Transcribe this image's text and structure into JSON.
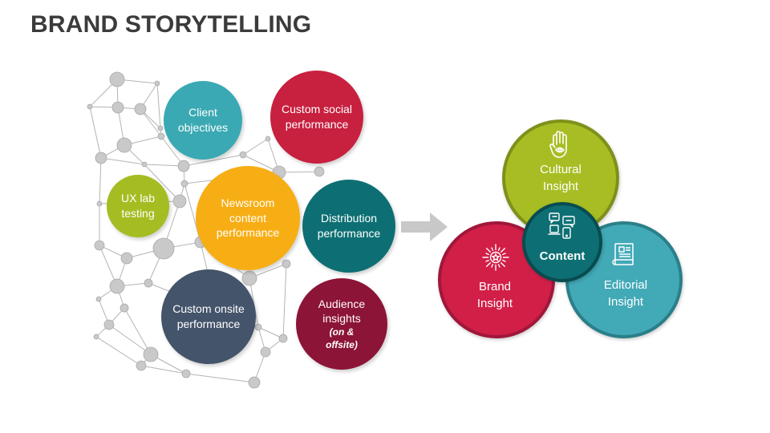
{
  "title": "BRAND STORYTELLING",
  "left_bubbles": [
    {
      "label": "Client objectives",
      "color": "#3aa9b3"
    },
    {
      "label": "Custom social performance",
      "color": "#c8203f"
    },
    {
      "label": "UX lab testing",
      "color": "#a5bd22"
    },
    {
      "label": "Newsroom content performance",
      "color": "#f7ae14"
    },
    {
      "label": "Distribution performance",
      "color": "#0d6f73"
    },
    {
      "label": "Custom onsite performance",
      "color": "#44546a"
    },
    {
      "label": "Audience insights",
      "sub": "(on & offsite)",
      "color": "#8c1436"
    }
  ],
  "venn": {
    "cultural": {
      "label": "Cultural Insight",
      "fill": "#a8bd23",
      "ring": "#7f901a",
      "icon": "hand-eye-icon"
    },
    "brand": {
      "label": "Brand Insight",
      "fill": "#d21f48",
      "ring": "#a0173a",
      "icon": "starburst-icon"
    },
    "editorial": {
      "label": "Editorial Insight",
      "fill": "#42a9b7",
      "ring": "#2a7f89",
      "icon": "book-icon"
    },
    "content": {
      "label": "Content",
      "fill": "#0d6f73",
      "ring": "#084c50",
      "icon": "chat-devices-icon"
    }
  },
  "arrow_color": "#c8c8c8",
  "network_line_color": "#b4b4b4",
  "network_node_color": "#c9c9c9"
}
